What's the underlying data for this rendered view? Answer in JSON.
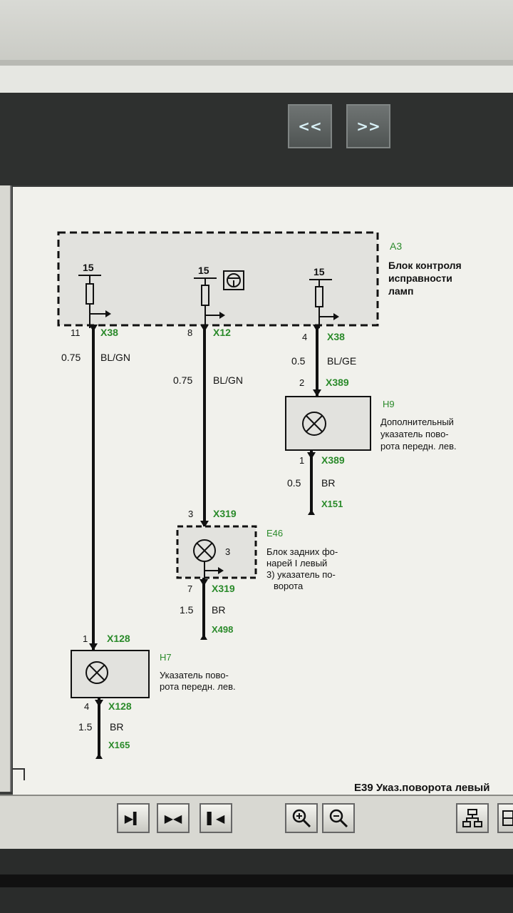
{
  "toolbar_top": {
    "prev_label": "<<",
    "next_label": ">>"
  },
  "diagram": {
    "title": "E39 Указ.поворота левый",
    "block_a3": {
      "id": "A3",
      "desc": [
        "Блок контроля",
        "исправности",
        "ламп"
      ]
    },
    "fuses": [
      {
        "label": "15"
      },
      {
        "label": "15"
      },
      {
        "label": "15"
      }
    ],
    "pins": {
      "a": {
        "pin": "11",
        "conn": "X38",
        "size": "0.75",
        "color": "BL/GN"
      },
      "b": {
        "pin": "8",
        "conn": "X12",
        "size": "0.75",
        "color": "BL/GN"
      },
      "c": {
        "pin": "4",
        "conn": "X38",
        "size": "0.5",
        "color": "BL/GE"
      }
    },
    "h9": {
      "id": "H9",
      "desc": [
        "Дополнительный",
        "указатель пово-",
        "рота передн. лев."
      ],
      "top_pin": "2",
      "top_conn": "X389",
      "bot_pin": "1",
      "bot_conn": "X389",
      "size": "0.5",
      "color": "BR",
      "ground": "X151"
    },
    "e46": {
      "id": "E46",
      "desc": [
        "Блок задних фо-",
        "нарей I левый",
        "3) указатель по-",
        "ворота"
      ],
      "inner": "3",
      "top_pin": "3",
      "top_conn": "X319",
      "bot_pin": "7",
      "bot_conn": "X319",
      "size": "1.5",
      "color": "BR",
      "ground": "X498"
    },
    "h7": {
      "id": "H7",
      "desc": [
        "Указатель пово-",
        "рота передн. лев."
      ],
      "top_pin": "1",
      "top_conn": "X128",
      "bot_pin": "4",
      "bot_conn": "X128",
      "size": "1.5",
      "color": "BR",
      "ground": "X165"
    }
  },
  "colors": {
    "connector_green": "#2a8a2a",
    "wire": "#111111",
    "box_fill": "#e2e2de"
  }
}
